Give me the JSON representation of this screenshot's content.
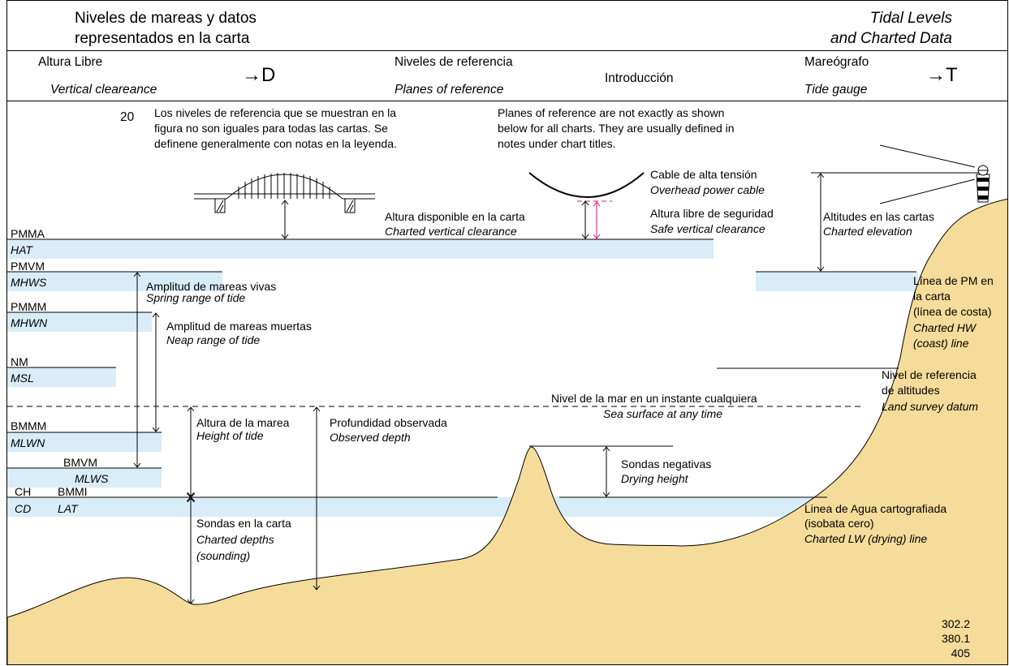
{
  "header": {
    "title_es_line1": "Niveles de mareas y datos",
    "title_es_line2": "representados en la carta",
    "title_en_line1": "Tidal Levels",
    "title_en_line2": "and Charted Data"
  },
  "subheader": {
    "left_es": "Altura Libre",
    "left_en": "Vertical cleareance",
    "left_ref": "→D",
    "mid_es": "Niveles de referencia",
    "mid_en": "Planes of reference",
    "intro": "Introducción",
    "right_es": "Mareógrafo",
    "right_en": "Tide gauge",
    "right_ref": "→T"
  },
  "note": {
    "number": "20",
    "es": [
      "Los niveles de referencia que se muestran en la",
      "figura no son iguales para todas las cartas. Se",
      "definene generalmente con notas en la leyenda."
    ],
    "en": [
      "Planes of reference are not exactly as shown",
      "below for all charts. They are usually defined in",
      "notes under chart titles."
    ]
  },
  "levels": {
    "pmma": "PMMA",
    "hat": "HAT",
    "pmvm": "PMVM",
    "mhws": "MHWS",
    "pmmm": "PMMM",
    "mhwn": "MHWN",
    "nm": "NM",
    "msl": "MSL",
    "bmmm": "BMMM",
    "mlwn": "MLWN",
    "bmvm": "BMVM",
    "mlws": "MLWS",
    "ch": "CH",
    "bmmi": "BMMI",
    "cd": "CD",
    "lat": "LAT"
  },
  "labels": {
    "spring_es": "Amplitud de mareas vivas",
    "spring_en": "Spring range of tide",
    "neap_es": "Amplitud de mareas muertas",
    "neap_en": "Neap range of tide",
    "height_es": "Altura de la marea",
    "height_en": "Height of tide",
    "observed_es": "Profundidad observada",
    "observed_en": "Observed depth",
    "sea_es": "Nivel de la mar en un instante cualquiera",
    "sea_en": "Sea surface at any time",
    "drying_es": "Sondas negativas",
    "drying_en": "Drying height",
    "charted_depth_es": "Sondas en la carta",
    "charted_depth_en1": "Charted depths",
    "charted_depth_en2": "(sounding)",
    "clearance_es": "Altura disponible en la carta",
    "clearance_en": "Charted vertical clearance",
    "cable_es": "Cable de alta tensión",
    "cable_en": "Overhead power cable",
    "safe_es": "Altura libre de seguridad",
    "safe_en": "Safe vertical clearance",
    "altitude_es": "Altitudes en las cartas",
    "altitude_en": "Charted elevation",
    "hw_es1": "Línea de PM en",
    "hw_es2": "la carta",
    "hw_es3": "(línea de costa)",
    "hw_en1": "Charted HW",
    "hw_en2": "(coast) line",
    "survey_es1": "Nivel de referencia",
    "survey_es2": "de altitudes",
    "survey_en": "Land survey datum",
    "lw_es1": "Linea de Agua cartografiada",
    "lw_es2": "(isobata cero)",
    "lw_en": "Charted LW (drying) line"
  },
  "refs": [
    "302.2",
    "380.1",
    "405"
  ],
  "colors": {
    "water": "#d9edf8",
    "land": "#f6dc9a",
    "safe": "#e0147c"
  }
}
